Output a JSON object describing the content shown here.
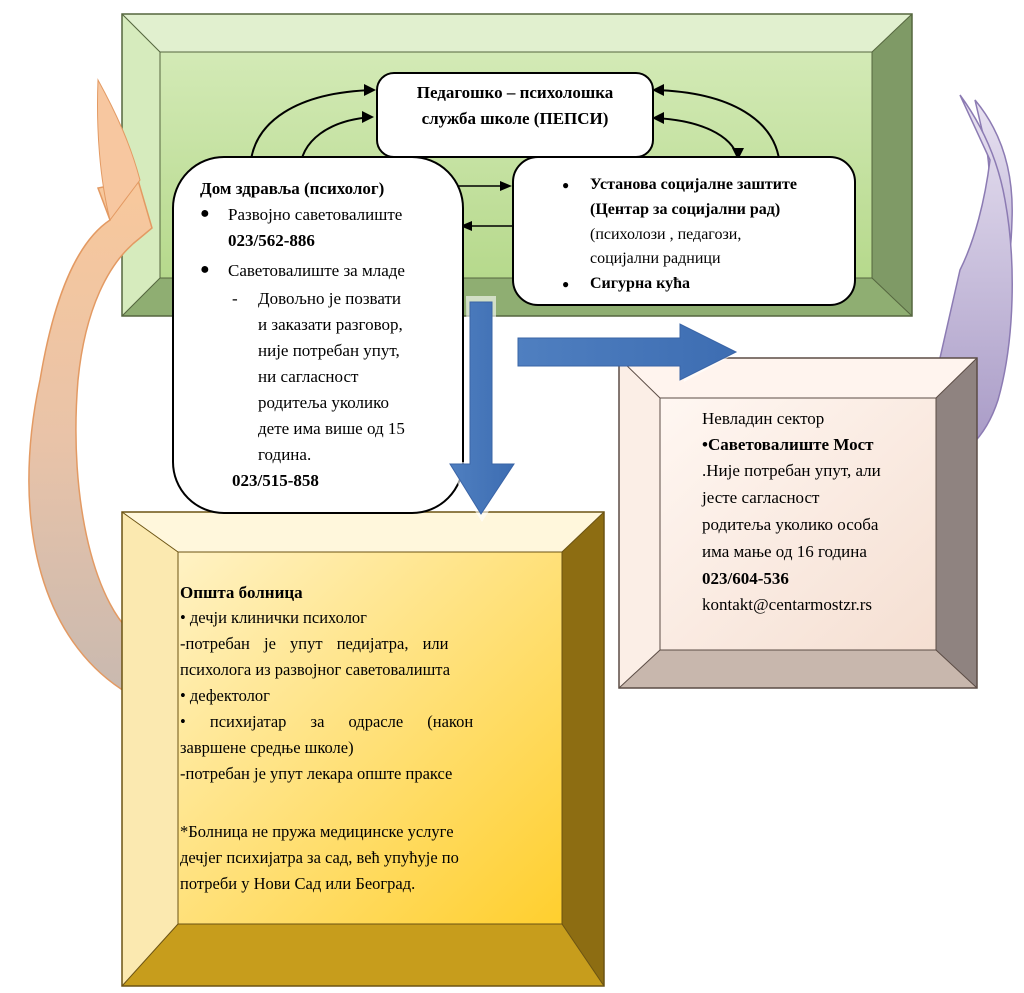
{
  "colors": {
    "green_frame": "#cfe6b1",
    "green_inner": "#c3e09a",
    "gold_frame": "#f3d469",
    "gold_inner": "#ffe59a",
    "peach_frame": "#f2dccb",
    "peach_inner": "#fbe9df",
    "blue_arrow": "#5a89c6",
    "orange_arrow": "#f2b27e",
    "purple_arrow": "#b7a8cf"
  },
  "pepsi": {
    "line1": "Педагошко – психолошка",
    "line2": "служба школе (ПЕПСИ)"
  },
  "dom_zdravlja": {
    "title": "Дом здравља (психолог)",
    "item1": "Развојно саветовалиште",
    "phone1": "023/562-886",
    "item2": "Саветовалиште за младе",
    "sub_lines": [
      "Довољно је позвати",
      "и заказати разговор,",
      "није потребан упут,",
      "ни сагласност",
      "родитеља уколико",
      "дете има више од 15",
      "година."
    ],
    "phone2": "023/515-858"
  },
  "socijalna": {
    "line1": "Установа социјалне заштите",
    "line2": "(Центар за социјални рад)",
    "line3": "(психолози , педагози,",
    "line4": "социјални радници",
    "item2": "Сигурна кућа"
  },
  "nevladin": {
    "heading": "Невладин сектор",
    "org": "•Саветовалиште Мост",
    "line1": ".Није потребан упут, али",
    "line2": "јесте сагласност",
    "line3": "родитеља  уколико особа",
    "line4": "има мање од 16 година",
    "phone": "023/604-536",
    "email": "kontakt@centarmostzr.rs"
  },
  "bolnica": {
    "title": "Општа болница",
    "lines": [
      "• дечји клинички психолог",
      "-потребан је упут педијатра, или",
      "психолога из развојног саветовалишта",
      "• дефектолог",
      "• психијатар за одрасле (након",
      "завршене средње школе)",
      "-потребан је упут лекара опште праксе"
    ],
    "note_lines": [
      "*Болница не пружа медицинске услуге",
      "дечјег психијатра за сад, већ упућује по",
      "потреби у Нови Сад или Београд."
    ]
  }
}
